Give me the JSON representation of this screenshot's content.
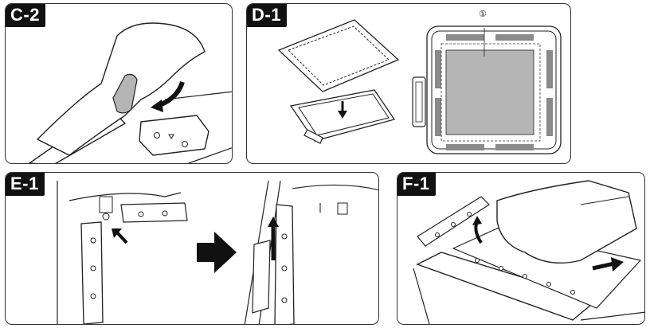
{
  "panels": {
    "c2": {
      "tag": "C-2"
    },
    "d1": {
      "tag": "D-1",
      "callout": "①"
    },
    "e1": {
      "tag": "E-1"
    },
    "f1": {
      "tag": "F-1"
    }
  },
  "colors": {
    "border": "#333333",
    "tag_bg": "#111111",
    "fabric_gray": "#b5b5b5",
    "frame_dark": "#8a8a8a"
  }
}
